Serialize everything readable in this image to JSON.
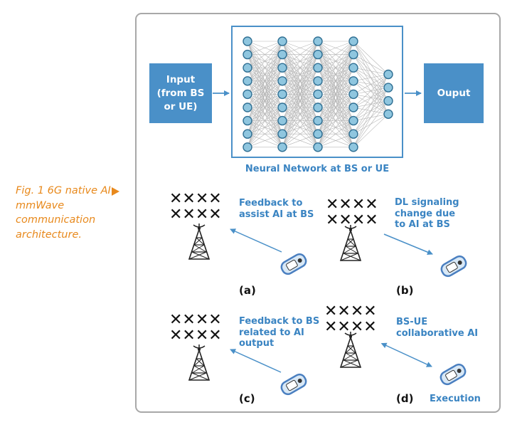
{
  "caption": {
    "title": "Fig. 1 6G native AI",
    "lines": [
      "mmWave",
      "communication",
      "architecture."
    ]
  },
  "network": {
    "input_lines": [
      "Input",
      "(from BS",
      "or UE)"
    ],
    "output_label": "Ouput",
    "label": "Neural Network at BS or UE",
    "layers": [
      9,
      9,
      9,
      9,
      4
    ]
  },
  "panels": {
    "a": {
      "id": "(a)",
      "text_lines": [
        "Feedback to",
        "assist AI at BS"
      ]
    },
    "b": {
      "id": "(b)",
      "text_lines": [
        "DL signaling",
        "change due",
        "to AI at BS"
      ]
    },
    "c": {
      "id": "(c)",
      "text_lines": [
        "Feedback to BS",
        "related to AI",
        "output"
      ]
    },
    "d": {
      "id": "(d)",
      "text_lines": [
        "BS-UE",
        "collaborative AI"
      ],
      "execution": "Execution"
    }
  },
  "colors": {
    "accent_blue": "#4a90c8",
    "label_blue": "#3a84c2",
    "caption_orange": "#e8891c",
    "node_fill": "#8fc6df",
    "frame_gray": "#a8a8a8"
  }
}
